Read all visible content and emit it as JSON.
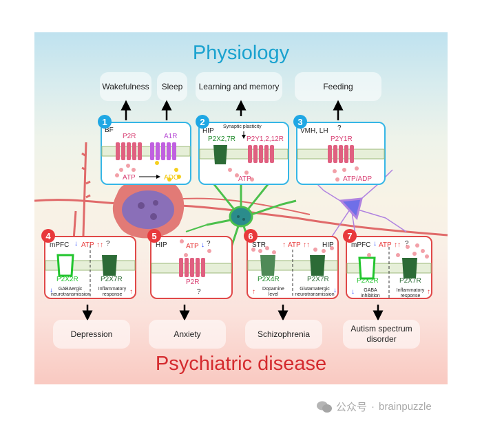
{
  "figure": {
    "top_title": "Physiology",
    "bottom_title": "Psychiatric disease",
    "colors": {
      "physiology_title": "#1aa2cf",
      "disease_title": "#d42a2e",
      "physiology_border": "#35b6e6",
      "disease_border": "#e04848",
      "p2r_receptor": "#e06080",
      "a1r_receptor": "#c060e0",
      "atp_dots": "#f2a0a8",
      "ado_dots": "#f5d020",
      "membrane": "#9cb87a"
    },
    "physiology_outcomes": [
      "Wakefulness",
      "Sleep",
      "Learning and memory",
      "Feeding"
    ],
    "disease_outcomes": [
      "Depression",
      "Anxiety",
      "Schizophrenia",
      "Autism spectrum disorder"
    ],
    "panels": [
      {
        "number": "1",
        "region": "BF",
        "receptors": [
          "P2R",
          "A1R"
        ],
        "ligands": [
          "ATP",
          "ADO"
        ],
        "type": "physiology"
      },
      {
        "number": "2",
        "region": "HIP",
        "note": "Synaptic plasticity",
        "receptors": [
          "P2X2,7R",
          "P2Y1,2,12R"
        ],
        "ligands": [
          "ATP"
        ],
        "type": "physiology"
      },
      {
        "number": "3",
        "region": "VMH, LH",
        "note": "?",
        "receptors": [
          "P2Y1R"
        ],
        "ligands": [
          "ATP/ADP"
        ],
        "type": "physiology"
      },
      {
        "number": "4",
        "region": "mPFC",
        "ligand": "ATP",
        "ligand_change": "↓ ATP ↑↑ ?",
        "receptors": [
          "P2X2R",
          "P2X7R"
        ],
        "effects": [
          "GABAergic neurotransmission",
          "Inflammatory response"
        ],
        "effect_dirs": [
          "↓",
          "↑"
        ],
        "type": "disease"
      },
      {
        "number": "5",
        "region": "HIP",
        "ligand": "ATP",
        "ligand_change": "ATP ↓ ?",
        "receptors": [
          "P2R"
        ],
        "effects": [
          "?"
        ],
        "type": "disease"
      },
      {
        "number": "6",
        "region": "STR",
        "region2": "HIP",
        "ligand": "ATP",
        "ligand_change": "↑ ATP ↑↑",
        "receptors": [
          "P2X4R",
          "P2X7R"
        ],
        "effects": [
          "Dopamine level",
          "Glutamatergic neurotransmission"
        ],
        "effect_dirs": [
          "↑",
          "↓"
        ],
        "type": "disease"
      },
      {
        "number": "7",
        "region": "mPFC",
        "ligand": "ATP",
        "ligand_change": "↓ ATP ↑↑ ?",
        "receptors": [
          "P2X2R",
          "P2X7R"
        ],
        "effects": [
          "GABA inhibition",
          "Inflammatory response"
        ],
        "effect_dirs": [
          "↓",
          "↑"
        ],
        "type": "disease"
      }
    ],
    "cells": [
      "pyramidal-neuron",
      "astrocyte",
      "interneuron"
    ]
  },
  "labels": {
    "p1_region": "BF",
    "p1_r1": "P2R",
    "p1_r2": "A1R",
    "p1_atp": "ATP",
    "p1_ado": "ADO",
    "p2_region": "HIP",
    "p2_note": "Synaptic plasticity",
    "p2_r1": "P2X2,7R",
    "p2_r2": "P2Y1,2,12R",
    "p2_atp": "ATP",
    "p3_region": "VMH, LH",
    "p3_q": "?",
    "p3_r1": "P2Y1R",
    "p3_atp": "ATP/ADP",
    "p4_region": "mPFC",
    "p4_atp": "ATP",
    "p4_q": "?",
    "p4_r1": "P2X2R",
    "p4_r2": "P2X7R",
    "p4_e1a": "GABAergic",
    "p4_e1b": "neurotransmission",
    "p4_e2a": "Inflammatory",
    "p4_e2b": "response",
    "p5_region": "HIP",
    "p5_atp": "ATP",
    "p5_q": "?",
    "p5_r1": "P2R",
    "p5_e1": "?",
    "p6_region": "STR",
    "p6_region2": "HIP",
    "p6_atp": "ATP",
    "p6_r1": "P2X4R",
    "p6_r2": "P2X7R",
    "p6_e1a": "Dopamine",
    "p6_e1b": "level",
    "p6_e2a": "Glutamatergic",
    "p6_e2b": "neurotransmission",
    "p7_region": "mPFC",
    "p7_atp": "ATP",
    "p7_q": "?",
    "p7_r1": "P2X2R",
    "p7_r2": "P2X7R",
    "p7_e1a": "GABA",
    "p7_e1b": "inhibition",
    "p7_e2a": "Inflammatory",
    "p7_e2b": "response",
    "up": "↑",
    "upup": "↑↑",
    "down": "↓"
  },
  "watermark": {
    "icon": "wechat-icon",
    "prefix": "公众号",
    "separator": "·",
    "account": "brainpuzzle"
  }
}
